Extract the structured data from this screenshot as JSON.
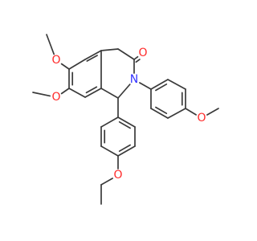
{
  "molecule": {
    "atoms": {
      "o_carbonyl": "O",
      "o_methoxy_6": "O",
      "o_methoxy_7": "O",
      "n_ring": "N",
      "o_methoxy_aryl": "O",
      "o_ethoxy": "O"
    },
    "colors": {
      "bond": "#3a3a3a",
      "oxygen": "#ff2a2a",
      "nitrogen": "#3535ff",
      "background": "#ffffff"
    }
  }
}
